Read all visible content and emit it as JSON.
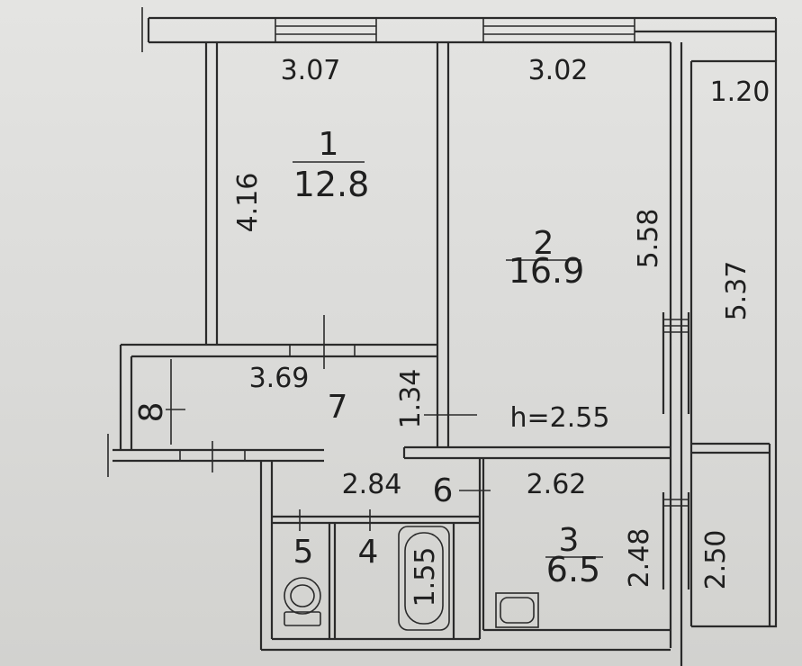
{
  "plan": {
    "room_1": {
      "number": "1",
      "area": "12.8",
      "width": "3.07",
      "length": "4.16"
    },
    "room_2": {
      "number": "2",
      "area": "16.9",
      "width": "3.02",
      "length": "5.58"
    },
    "room_3": {
      "number": "3",
      "area": "6.5",
      "width": "2.62",
      "length": "2.48"
    },
    "room_4": {
      "number": "4",
      "length": "1.55"
    },
    "room_5": {
      "number": "5"
    },
    "room_6": {
      "number": "6",
      "width": "2.84"
    },
    "room_7": {
      "number": "7",
      "width": "3.69",
      "height_mark": "1.34"
    },
    "room_8": {
      "number": "8"
    },
    "balcony": {
      "width": "1.20",
      "length": "5.37",
      "length_2": "2.50"
    },
    "ceiling_height": "h=2.55"
  }
}
